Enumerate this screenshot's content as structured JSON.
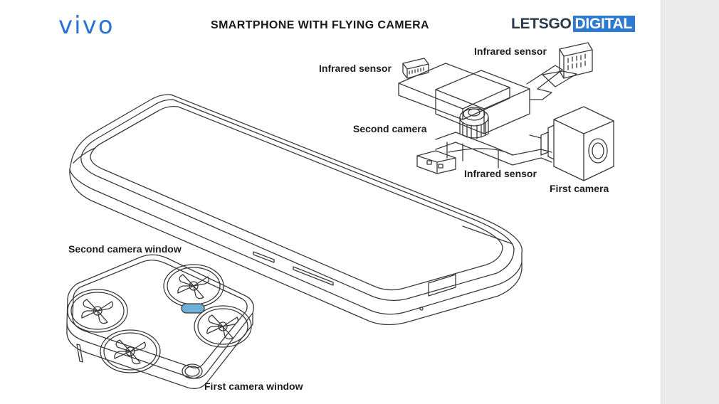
{
  "header": {
    "brand": "vivo",
    "title": "SMARTPHONE WITH FLYING CAMERA",
    "publisher_part1": "LETSGO",
    "publisher_part2": "DIGITAL"
  },
  "labels": {
    "infrared_sensor_top_right": "Infrared sensor",
    "infrared_sensor_left": "Infrared sensor",
    "second_camera": "Second camera",
    "infrared_sensor_bottom": "Infrared sensor",
    "first_camera": "First camera",
    "second_camera_window": "Second camera window",
    "first_camera_window": "First camera window"
  },
  "colors": {
    "brand_blue": "#2b74d6",
    "publisher_blue": "#2e7ad1",
    "line": "#3a3a3a",
    "window_highlight": "#6fb0d8"
  }
}
